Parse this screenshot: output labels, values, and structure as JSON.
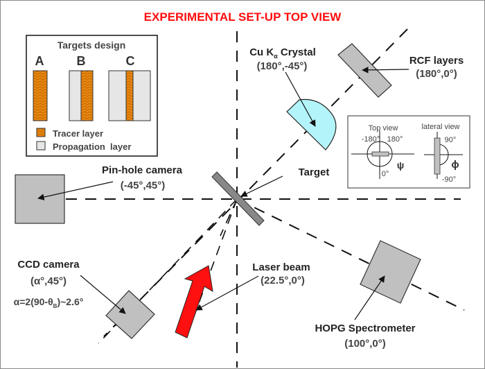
{
  "title": "EXPERIMENTAL SET-UP TOP VIEW",
  "colors": {
    "title": "#ff0d0d",
    "tracer": "#e8860f",
    "propagation": "#e6e6e6",
    "crystal": "#b3f4fa",
    "laser": "#ff1010",
    "detector": "#c0c0c0"
  },
  "targets_design": {
    "heading": "Targets design",
    "columns": [
      "A",
      "B",
      "C"
    ],
    "legend": [
      {
        "name": "tracer",
        "label": "Tracer layer"
      },
      {
        "name": "propagation",
        "label": "Propagation  layer"
      }
    ]
  },
  "components": {
    "cu_crystal": {
      "name_prefix": "Cu K",
      "name_sub": "α",
      "name_suffix": " Crystal",
      "coords": "(180°,-45°)"
    },
    "rcf": {
      "name": "RCF layers",
      "coords": "(180°,0°)"
    },
    "pinhole": {
      "name": "Pin-hole camera",
      "coords": "(-45°,45°)"
    },
    "target": {
      "name": "Target"
    },
    "ccd": {
      "name": "CCD camera",
      "coords": "(α°,45°)",
      "formula_pre": "α=2(90-θ",
      "formula_sub": "B",
      "formula_post": ")~2.6°"
    },
    "laser": {
      "name": "Laser beam",
      "coords": "(22.5°,0°)"
    },
    "hopg": {
      "name": "HOPG Spectrometer",
      "coords": "(100°,0°)"
    }
  },
  "inset": {
    "top_view": {
      "title": "Top view",
      "left": "-180°",
      "right": "180°",
      "bottom": "0°",
      "symbol": "ψ"
    },
    "lateral_view": {
      "title": "lateral view",
      "top": "90°",
      "bottom": "-90°",
      "symbol": "ϕ"
    }
  }
}
